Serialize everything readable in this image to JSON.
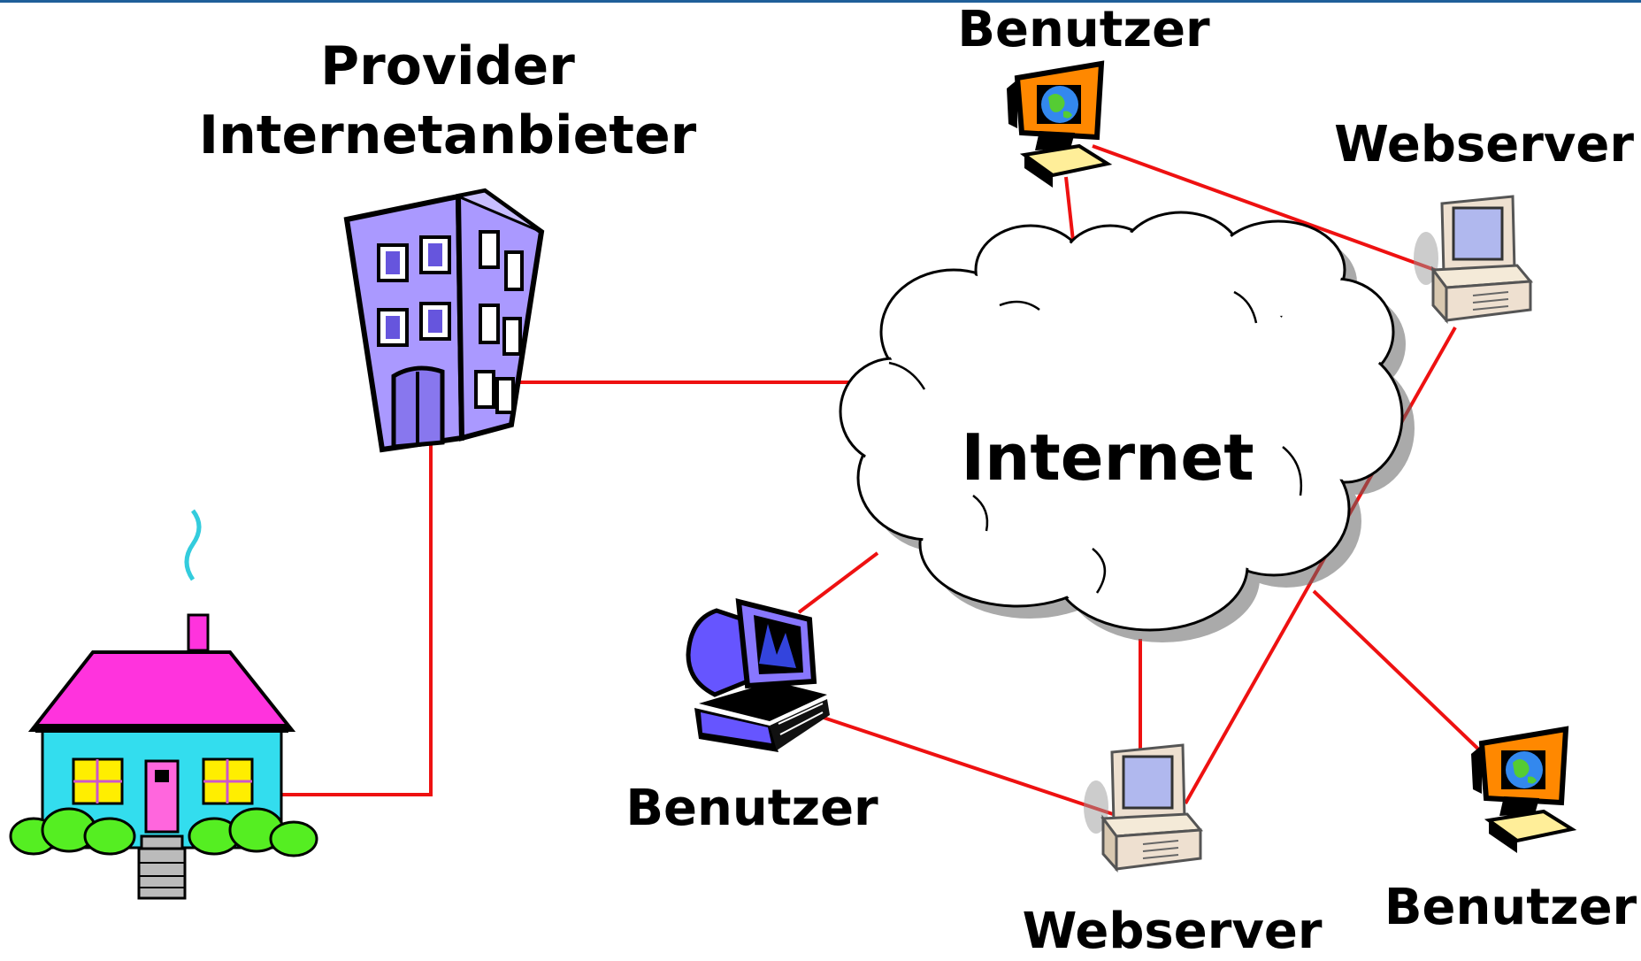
{
  "labels": {
    "provider_line1": "Provider",
    "provider_line2": "Internetanbieter",
    "internet": "Internet",
    "user_top": "Benutzer",
    "webserver_top": "Webserver",
    "user_left": "Benutzer",
    "webserver_bottom": "Webserver",
    "user_bottom_right": "Benutzer"
  },
  "colors": {
    "connection": "#ee1111",
    "house_roof": "#ff33dd",
    "house_wall": "#33ddee",
    "house_window": "#ffee00",
    "bush": "#55ee22",
    "building": "#aa99ff",
    "monitor_blue": "#6655ff",
    "monitor_orange": "#ff8800",
    "server_beige": "#eee0d0",
    "top_rule": "#1f5f99"
  },
  "icons": {
    "home": "house-icon",
    "provider": "office-building-icon",
    "internet": "cloud-icon",
    "user_globe": "computer-globe-icon",
    "user_blue": "computer-blue-icon",
    "webserver": "desktop-server-icon"
  }
}
